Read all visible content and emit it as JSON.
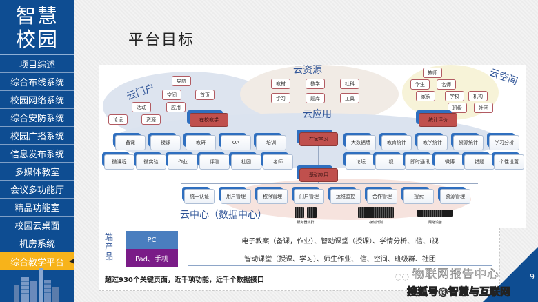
{
  "sidebar": {
    "brand_line1": "智慧",
    "brand_line2": "校园",
    "items": [
      {
        "label": "项目综述"
      },
      {
        "label": "综合布线系统"
      },
      {
        "label": "校园网络系统"
      },
      {
        "label": "综合安防系统"
      },
      {
        "label": "校园广播系统"
      },
      {
        "label": "信息发布系统"
      },
      {
        "label": "多媒体教室"
      },
      {
        "label": "会议多功能厅"
      },
      {
        "label": "精品功能室"
      },
      {
        "label": "校园云桌面"
      },
      {
        "label": "机房系统"
      },
      {
        "label": "综合教学平台"
      }
    ],
    "active_index": 11
  },
  "page_title": "平台目标",
  "diagram": {
    "cloud_portal": {
      "label": "云门户",
      "items": [
        "导航",
        "空间",
        "首页",
        "活动",
        "应用",
        "论坛",
        "资源"
      ]
    },
    "cloud_resources": {
      "label": "云资源",
      "items": [
        "教材",
        "教学",
        "社科",
        "学习",
        "题库",
        "工具"
      ]
    },
    "cloud_space": {
      "label": "云空间",
      "items": [
        "教师",
        "学生",
        "名师",
        "家长",
        "学校",
        "机构",
        "班级",
        "社团"
      ]
    },
    "cloud_apps": {
      "label": "云应用",
      "groups": {
        "school_teaching": {
          "label": "在校教学",
          "row1": [
            "备课",
            "授课",
            "教研",
            "OA",
            "培训"
          ],
          "row2": [
            "微课程",
            "微实验",
            "作业",
            "评测",
            "社团",
            "名师"
          ]
        },
        "home_learning": {
          "label": "在家学习",
          "row2": [
            "论坛",
            "i视",
            "即时通讯",
            "微博",
            "错题",
            "个性设置"
          ]
        },
        "statistics": {
          "label": "统计评价",
          "row1": [
            "大数据墙",
            "教育统计",
            "教学统计",
            "资源统计",
            "学习分析"
          ]
        },
        "basic_apps": {
          "label": "基础应用",
          "items": [
            "统一认证",
            "用户管理",
            "权限管理",
            "门户管理",
            "运维监控",
            "合作管理",
            "搜索",
            "资源管理"
          ]
        }
      }
    },
    "cloud_center": {
      "label": "云中心（数据中心）",
      "hardware": [
        "服务器集群",
        "存储阵列",
        "网络设备"
      ]
    }
  },
  "products": {
    "end_label": "端产品",
    "rows": [
      {
        "device": "PC",
        "features": "电子教案（备课，作业）、智动课堂（授课）、学情分析、i信、i视"
      },
      {
        "device": "Pad、手机",
        "features": "智动课堂（授课、学习）、师生作业、i信、空间、班级群、社团"
      }
    ],
    "summary": "超过930个关键页面，近千项功能，近千个数据接口"
  },
  "watermark": {
    "line1": "物联网报告中心",
    "line2": "搜狐号@智慧与互联网"
  },
  "page_number": "9",
  "colors": {
    "sidebar": "#0e4d92",
    "active": "#f7b31a",
    "pc": "#4a7ebf",
    "pad": "#7a1b87",
    "red_node": "#c0504d"
  }
}
